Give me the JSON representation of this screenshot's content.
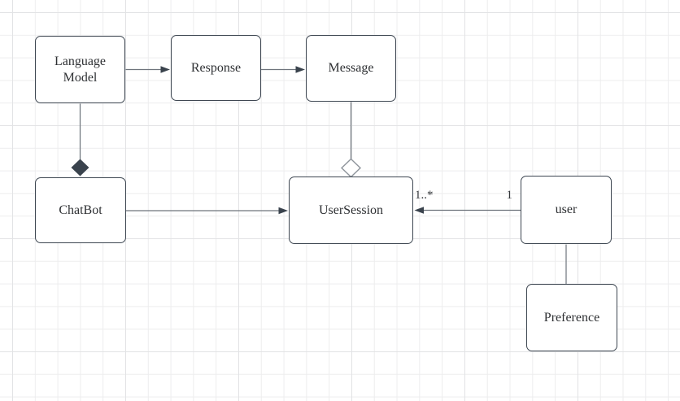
{
  "diagram": {
    "nodes": {
      "language_model": {
        "label": "Language\nModel"
      },
      "response": {
        "label": "Response"
      },
      "message": {
        "label": "Message"
      },
      "chatbot": {
        "label": "ChatBot"
      },
      "user_session": {
        "label": "UserSession"
      },
      "user": {
        "label": "user"
      },
      "preference": {
        "label": "Preference"
      }
    },
    "edges": {
      "language_model_to_response": {
        "type": "directed-arrow"
      },
      "response_to_message": {
        "type": "directed-arrow"
      },
      "language_model_chatbot": {
        "type": "composition-filled-diamond"
      },
      "message_user_session": {
        "type": "aggregation-hollow-diamond"
      },
      "chatbot_to_user_session": {
        "type": "directed-arrow"
      },
      "user_to_user_session": {
        "type": "directed-arrow",
        "target_multiplicity": "1..*",
        "source_multiplicity": "1"
      },
      "user_preference": {
        "type": "association-line"
      }
    },
    "colors": {
      "canvas_bg": "#ffffff",
      "grid_minor": "#ededee",
      "grid_major": "#e2e3e5",
      "node_fill": "#ffffff",
      "node_border": "#3d4651",
      "connector": "#6e747c",
      "marker": "#3a434d",
      "hollow_diamond_stroke": "#8e949b",
      "text": "#2e3033"
    }
  }
}
